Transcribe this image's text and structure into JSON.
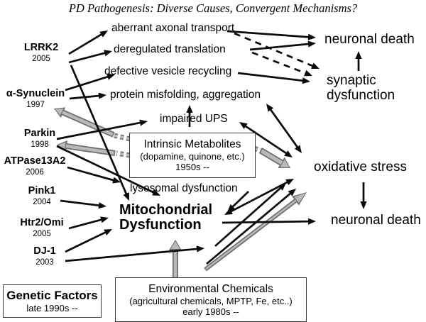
{
  "title": "PD Pathogenesis: Diverse Causes, Convergent Mechanisms?",
  "genes": {
    "lrrk2": {
      "name": "LRRK2",
      "year": "2005"
    },
    "asyn": {
      "name": "α-Synuclein",
      "year": "1997"
    },
    "parkin": {
      "name": "Parkin",
      "year": "1998"
    },
    "atpase": {
      "name": "ATPase13A2",
      "year": "2006"
    },
    "pink1": {
      "name": "Pink1",
      "year": "2004"
    },
    "htr2": {
      "name": "Htr2/Omi",
      "year": "2005"
    },
    "dj1": {
      "name": "DJ-1",
      "year": "2003"
    }
  },
  "mechanisms": {
    "aberrant": "aberrant axonal transport",
    "deregulated": "deregulated translation",
    "defective": "defective vesicle recycling",
    "misfolding": "protein misfolding, aggregation",
    "ups": "impaired UPS",
    "lysosomal": "lysosomal dysfunction",
    "mito_line1": "Mitochondrial",
    "mito_line2": "Dysfunction"
  },
  "outcomes": {
    "neuronal_death_top": "neuronal death",
    "synaptic_line1": "synaptic",
    "synaptic_line2": "dysfunction",
    "oxidative": "oxidative stress",
    "neuronal_death_bottom": "neuronal death"
  },
  "boxes": {
    "intrinsic": {
      "line1": "Intrinsic Metabolites",
      "line2": "(dopamine, quinone, etc.)",
      "line3": "1950s --"
    },
    "genetic": {
      "line1": "Genetic Factors",
      "line2": "late 1990s --"
    },
    "environmental": {
      "line1": "Environmental Chemicals",
      "line2": "(agricultural chemicals, MPTP, Fe, etc..)",
      "line3": "early 1980s --"
    }
  },
  "colors": {
    "line_black": "#0a0a0a",
    "gray_fill": "#b9b9b9",
    "gray_stroke": "#6f6f6f",
    "background": "#ffffff"
  },
  "arrows": {
    "black_solid": [
      [
        97,
        76,
        152,
        43
      ],
      [
        97,
        88,
        158,
        72
      ],
      [
        100,
        92,
        182,
        283
      ],
      [
        92,
        127,
        162,
        105
      ],
      [
        98,
        139,
        150,
        134
      ],
      [
        80,
        196,
        208,
        171
      ],
      [
        80,
        206,
        226,
        276
      ],
      [
        95,
        236,
        170,
        257
      ],
      [
        85,
        283,
        150,
        291
      ],
      [
        97,
        322,
        153,
        307
      ],
      [
        92,
        355,
        158,
        323
      ],
      [
        92,
        368,
        288,
        350
      ],
      [
        320,
        44,
        445,
        53
      ],
      [
        352,
        70,
        445,
        61
      ],
      [
        335,
        103,
        437,
        115
      ],
      [
        303,
        347,
        403,
        258
      ],
      [
        291,
        372,
        417,
        266
      ],
      [
        313,
        314,
        445,
        312
      ],
      [
        350,
        270,
        320,
        299
      ],
      [
        267,
        179,
        267,
        148
      ],
      [
        505,
        100,
        505,
        72
      ],
      [
        512,
        257,
        512,
        295
      ]
    ],
    "black_dashed": [
      [
        330,
        47,
        450,
        97
      ],
      [
        355,
        74,
        440,
        107
      ]
    ],
    "black_double": [
      [
        375,
        146,
        425,
        216
      ],
      [
        337,
        172,
        412,
        222
      ],
      [
        316,
        303,
        414,
        252
      ]
    ],
    "gray": [
      [
        160,
        190,
        76,
        153,
        8,
        14,
        8
      ],
      [
        162,
        216,
        80,
        204,
        8,
        14,
        8
      ],
      [
        367,
        212,
        409,
        237,
        9,
        15,
        9
      ],
      [
        247,
        394,
        247,
        338,
        8,
        15,
        9
      ],
      [
        289,
        380,
        432,
        271,
        6,
        20,
        8
      ]
    ],
    "gray_dashes": [
      [
        183,
        196,
        161,
        191
      ],
      [
        183,
        219,
        164,
        216
      ],
      [
        358,
        209,
        369,
        213
      ]
    ]
  }
}
